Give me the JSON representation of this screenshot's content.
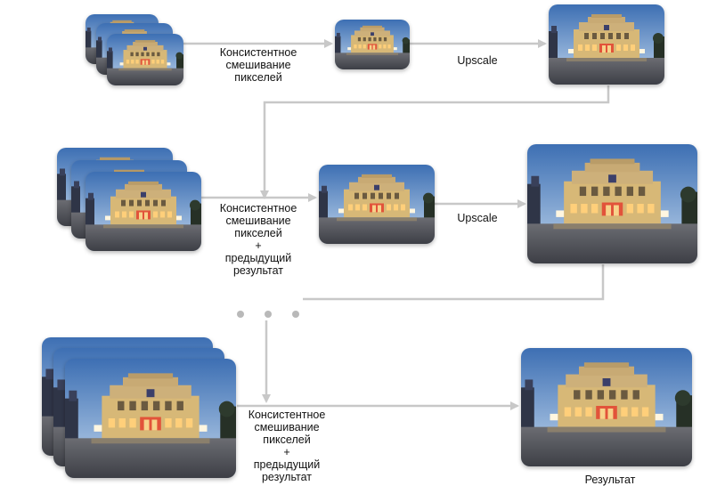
{
  "row1": {
    "blend_lines": [
      "Консистентное",
      "смешивание",
      "пикселей"
    ],
    "upscale": "Upscale"
  },
  "row2": {
    "blend_lines": [
      "Консистентное",
      "смешивание",
      "пикселей",
      "+",
      "предыдущий",
      "результат"
    ],
    "upscale": "Upscale"
  },
  "row3": {
    "blend_lines": [
      "Консистентное",
      "смешивание",
      "пикселей",
      "+",
      "предыдущий",
      "результат"
    ],
    "result": "Результат"
  },
  "colors": {
    "arrow": "#c8c8c8",
    "dots": "#b9b9b9",
    "sky_top": "#3d6fb3",
    "sky_bottom": "#bcd2ea",
    "facade": "#d7b877",
    "ground": "#56585f"
  }
}
